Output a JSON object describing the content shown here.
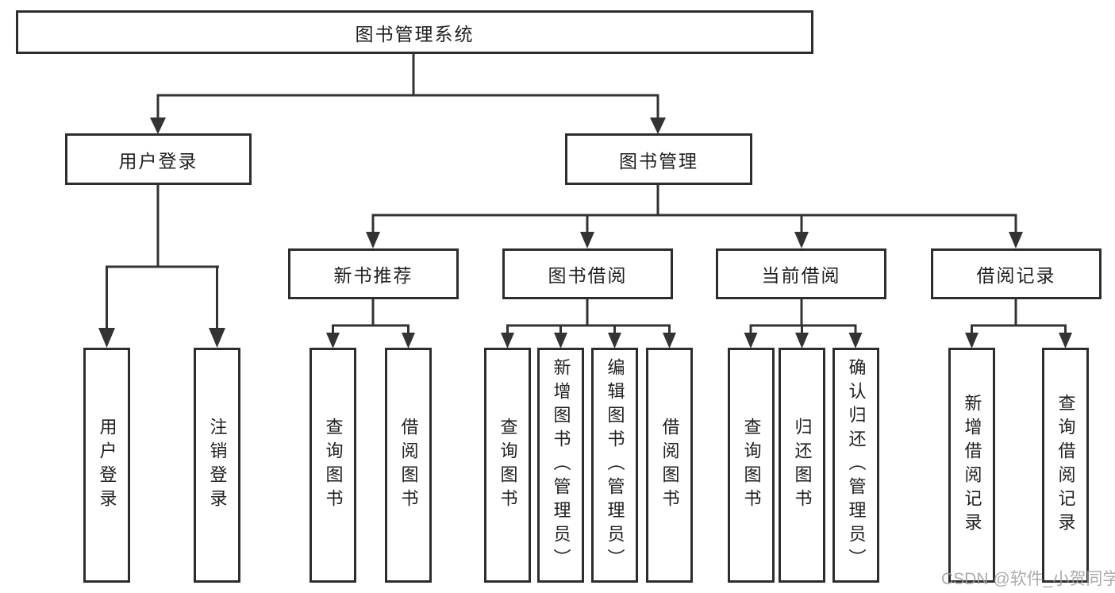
{
  "tree": {
    "root": {
      "label": "图书管理系统",
      "children": [
        {
          "label": "用户登录",
          "children": [
            {
              "label": "用户登录"
            },
            {
              "label": "注销登录"
            }
          ]
        },
        {
          "label": "图书管理",
          "children": [
            {
              "label": "新书推荐",
              "children": [
                {
                  "label": "查询图书"
                },
                {
                  "label": "借阅图书"
                }
              ]
            },
            {
              "label": "图书借阅",
              "children": [
                {
                  "label": "查询图书"
                },
                {
                  "label": "新增图书（管理员）"
                },
                {
                  "label": "编辑图书（管理员）"
                },
                {
                  "label": "借阅图书"
                }
              ]
            },
            {
              "label": "当前借阅",
              "children": [
                {
                  "label": "查询图书"
                },
                {
                  "label": "归还图书"
                },
                {
                  "label": "确认归还（管理员）"
                }
              ]
            },
            {
              "label": "借阅记录",
              "children": [
                {
                  "label": "新增借阅记录"
                },
                {
                  "label": "查询借阅记录"
                }
              ]
            }
          ]
        }
      ]
    }
  },
  "watermark": {
    "text": "CSDN @软件_小贺同学"
  },
  "colors": {
    "line": "#333333",
    "box_border": "#2d2d2d",
    "text": "#1f1f1f",
    "background": "#ffffff",
    "watermark": "#9e9e9e"
  }
}
